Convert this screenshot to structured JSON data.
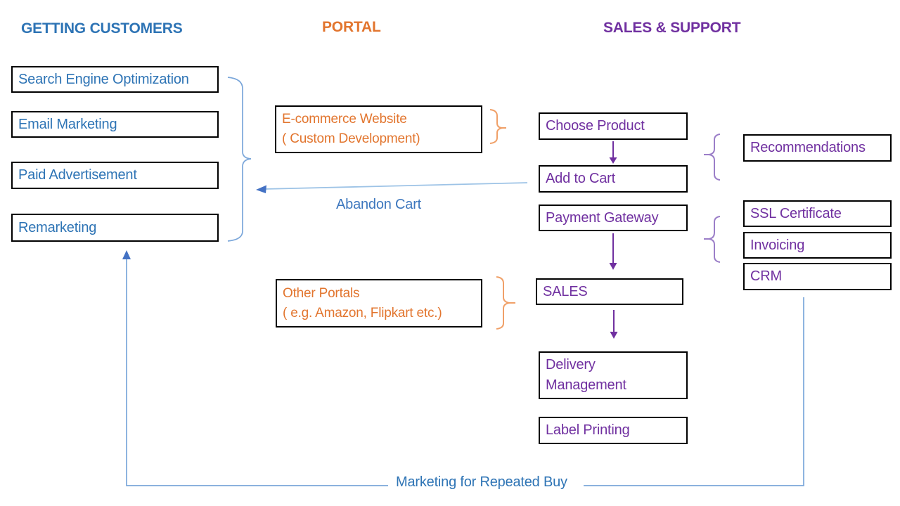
{
  "headers": {
    "getting_customers": "GETTING CUSTOMERS",
    "portal": "PORTAL",
    "sales_support": "SALES & SUPPORT"
  },
  "getting_customers": {
    "items": [
      "Search Engine Optimization",
      "Email Marketing",
      "Paid Advertisement",
      "Remarketing"
    ]
  },
  "portal": {
    "ecommerce_website": {
      "line1": "E-commerce Website",
      "line2": "( Custom Development)"
    },
    "other_portals": {
      "line1": "Other Portals",
      "line2": "( e.g. Amazon, Flipkart etc.)"
    }
  },
  "sales_support": {
    "flow": [
      "Choose Product",
      "Add to Cart",
      "Payment Gateway",
      "SALES",
      "Delivery Management",
      "Label Printing"
    ],
    "support": [
      "Recommendations",
      "SSL Certificate",
      "Invoicing",
      "CRM"
    ]
  },
  "annotations": {
    "abandon_cart": "Abandon Cart",
    "marketing_repeated_buy": "Marketing for Repeated Buy"
  },
  "colors": {
    "blue-text": "#2E74B5",
    "blue-line": "#7BA7DA",
    "blue-arrowhead": "#4472C4",
    "abandon-line": "#9DC3E6",
    "orange-text": "#E2752E",
    "orange-brace": "#F0A068",
    "purple-text": "#7030A0",
    "purple-brace": "#9B7EC8",
    "box-border": "#000000"
  }
}
